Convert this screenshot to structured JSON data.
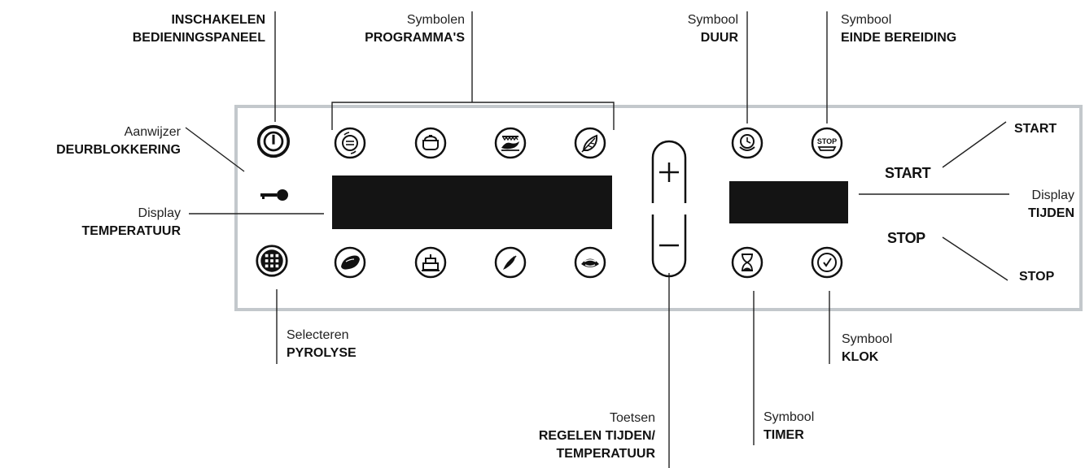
{
  "labels": {
    "power": {
      "line1": "INSCHAKELEN",
      "line2": "BEDIENINGSPANEEL"
    },
    "programs": {
      "line1": "Symbolen",
      "line2": "PROGRAMMA'S"
    },
    "duration": {
      "line1": "Symbool",
      "line2": "DUUR"
    },
    "end": {
      "line1": "Symbool",
      "line2": "EINDE BEREIDING"
    },
    "start": {
      "line1": "START"
    },
    "door_lock": {
      "line1": "Aanwijzer",
      "line2": "DEURBLOKKERING"
    },
    "temp_display": {
      "line1": "Display",
      "line2": "TEMPERATUUR"
    },
    "time_display": {
      "line1": "Display",
      "line2": "TIJDEN"
    },
    "stop": {
      "line1": "STOP"
    },
    "pyrolysis": {
      "line1": "Selecteren",
      "line2": "PYROLYSE"
    },
    "clock": {
      "line1": "Symbool",
      "line2": "KLOK"
    },
    "timer": {
      "line1": "Symbool",
      "line2": "TIMER"
    },
    "adjust": {
      "line1": "Toetsen",
      "line2": "REGELEN TIJDEN/",
      "line3": "TEMPERATUUR"
    }
  },
  "panel": {
    "start_text": "START",
    "stop_text": "STOP"
  },
  "icons": [
    "power-icon",
    "fan-program-icon",
    "pot-icon",
    "grill-icon",
    "leaf-icon",
    "pyrolysis-grid-icon",
    "sausage-icon",
    "cake-icon",
    "vegetable-icon",
    "pastry-icon",
    "duration-clock-icon",
    "stop-end-icon",
    "hourglass-icon",
    "clock-icon",
    "key-icon"
  ],
  "colors": {
    "panel_border": "#c3c8cc",
    "display": "#141414",
    "text": "#111111"
  }
}
